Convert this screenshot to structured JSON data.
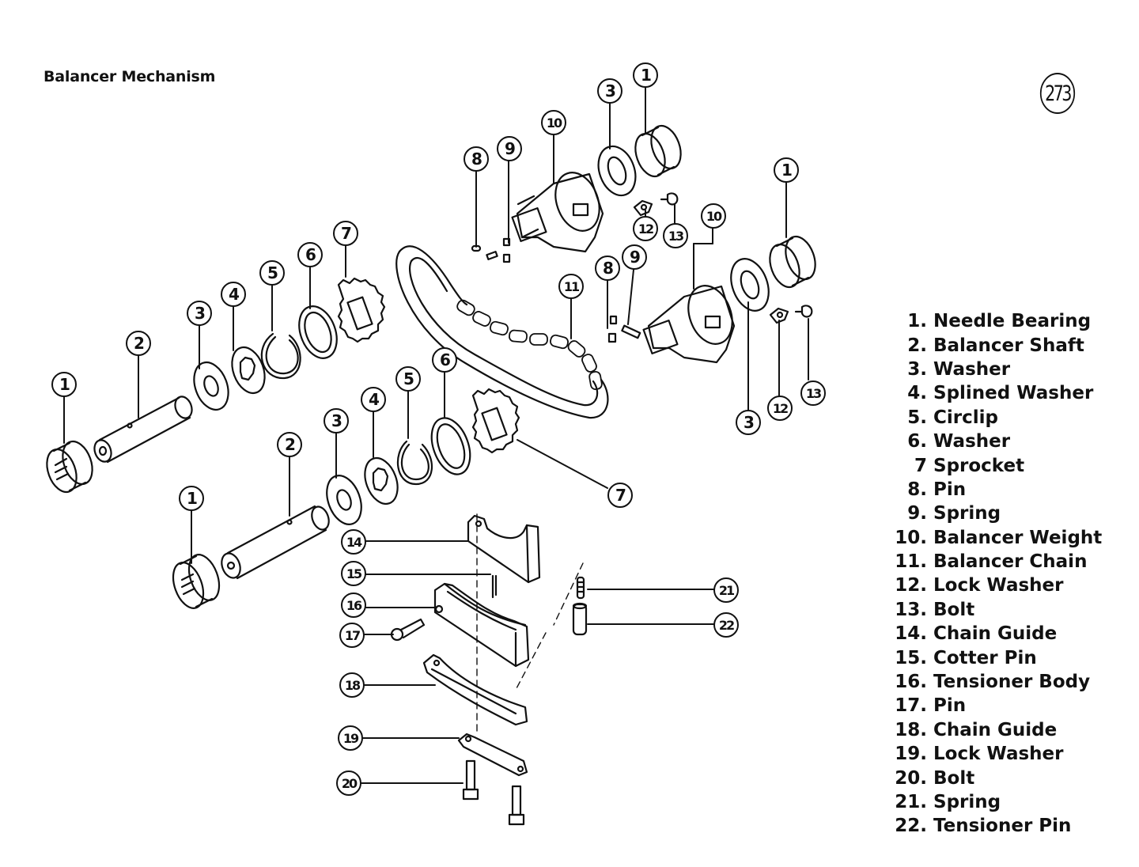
{
  "header": {
    "title": "Balancer Mechanism",
    "page_number": "273"
  },
  "callouts": [
    {
      "n": "1"
    },
    {
      "n": "2"
    },
    {
      "n": "3"
    },
    {
      "n": "4"
    },
    {
      "n": "5"
    },
    {
      "n": "6"
    },
    {
      "n": "7"
    },
    {
      "n": "1"
    },
    {
      "n": "2"
    },
    {
      "n": "3"
    },
    {
      "n": "4"
    },
    {
      "n": "5"
    },
    {
      "n": "6"
    },
    {
      "n": "7"
    },
    {
      "n": "8"
    },
    {
      "n": "9"
    },
    {
      "n": "10"
    },
    {
      "n": "3"
    },
    {
      "n": "1"
    },
    {
      "n": "12"
    },
    {
      "n": "13"
    },
    {
      "n": "8"
    },
    {
      "n": "9"
    },
    {
      "n": "10"
    },
    {
      "n": "1"
    },
    {
      "n": "3"
    },
    {
      "n": "12"
    },
    {
      "n": "13"
    },
    {
      "n": "11"
    },
    {
      "n": "14"
    },
    {
      "n": "15"
    },
    {
      "n": "16"
    },
    {
      "n": "17"
    },
    {
      "n": "18"
    },
    {
      "n": "19"
    },
    {
      "n": "20"
    },
    {
      "n": "21"
    },
    {
      "n": "22"
    }
  ],
  "legend": [
    {
      "num": "1.",
      "name": "Needle Bearing"
    },
    {
      "num": "2.",
      "name": "Balancer Shaft"
    },
    {
      "num": "3.",
      "name": "Washer"
    },
    {
      "num": "4.",
      "name": "Splined Washer"
    },
    {
      "num": "5.",
      "name": "Circlip"
    },
    {
      "num": "6.",
      "name": "Washer"
    },
    {
      "num": "7",
      "name": "Sprocket"
    },
    {
      "num": "8.",
      "name": "Pin"
    },
    {
      "num": "9.",
      "name": "Spring"
    },
    {
      "num": "10.",
      "name": "Balancer Weight"
    },
    {
      "num": "11.",
      "name": "Balancer Chain"
    },
    {
      "num": "12.",
      "name": "Lock Washer"
    },
    {
      "num": "13.",
      "name": "Bolt"
    },
    {
      "num": "14.",
      "name": "Chain Guide"
    },
    {
      "num": "15.",
      "name": "Cotter Pin"
    },
    {
      "num": "16.",
      "name": "Tensioner Body"
    },
    {
      "num": "17.",
      "name": "Pin"
    },
    {
      "num": "18.",
      "name": "Chain Guide"
    },
    {
      "num": "19.",
      "name": "Lock Washer"
    },
    {
      "num": "20.",
      "name": "Bolt"
    },
    {
      "num": "21.",
      "name": "Spring"
    },
    {
      "num": "22.",
      "name": "Tensioner Pin"
    }
  ]
}
